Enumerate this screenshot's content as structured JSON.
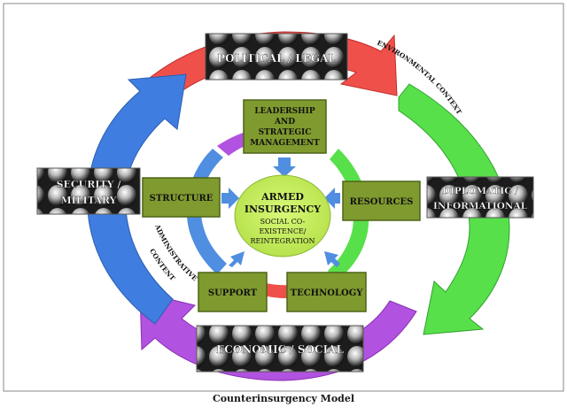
{
  "caption": "Counterinsurgency Model",
  "center": {
    "title_line1": "ARMED",
    "title_line2": "INSURGENCY",
    "sub_line1": "SOCIAL CO-",
    "sub_line2": "EXISTENCE/",
    "sub_line3": "REINTEGRATION"
  },
  "boxes": {
    "leadership": [
      "LEADERSHIP",
      "AND",
      "STRATEGIC",
      "MANAGEMENT"
    ],
    "structure": "STRUCTURE",
    "resources": "RESOURCES",
    "support": "SUPPORT",
    "technology": "TECHNOLOGY"
  },
  "outer_boxes": {
    "political": "POLITICAL / LEGAL",
    "security": [
      "SECURITY /",
      "MILITARY"
    ],
    "diplomatic": [
      "DIPLOMATIC /",
      "INFORMATIONAL"
    ],
    "economic": "ECONOMIC / SOCIAL"
  },
  "context_labels": {
    "environmental": "ENVIRONMENTAL CONTEXT",
    "administrative_line1": "ADMINISTRATIVE",
    "administrative_line2": "CONTENT"
  },
  "colors": {
    "red_arrow": "#f0504a",
    "green_arrow": "#58e04a",
    "blue_arrow": "#3f7ee0",
    "purple_arrow": "#b152e0",
    "olive_box": "#7f9a2e",
    "center_fill": "#c9f060",
    "inner_blue": "#4f8ee0"
  }
}
